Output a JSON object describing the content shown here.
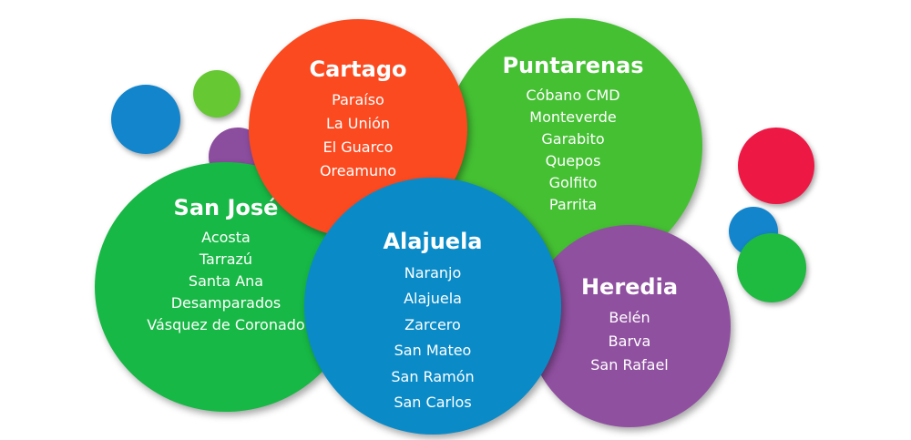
{
  "colors": {
    "green": "#45C033",
    "orange_red": "#FC4A20",
    "green_dark": "#17B845",
    "blue": "#0A8BC8",
    "purple": "#9050A0",
    "red": "#EE1845",
    "blue_small": "#1385CC",
    "green_small_right": "#1FBA40",
    "green_small_left": "#66C833",
    "purple_small": "#8B4D9E",
    "text": "#FFFFFF"
  },
  "groups": {
    "cartago": {
      "title": "Cartago",
      "items": [
        "Paraíso",
        "La Unión",
        "El Guarco",
        "Oreamuno"
      ]
    },
    "puntarenas": {
      "title": "Puntarenas",
      "items": [
        "Cóbano CMD",
        "Monteverde",
        "Garabito",
        "Quepos",
        "Golfito",
        "Parrita"
      ]
    },
    "san_jose": {
      "title": "San José",
      "items": [
        "Acosta",
        "Tarrazú",
        "Santa Ana",
        "Desamparados",
        "Vásquez de Coronado"
      ]
    },
    "alajuela": {
      "title": "Alajuela",
      "items": [
        "Naranjo",
        "Alajuela",
        "Zarcero",
        "San Mateo",
        "San Ramón",
        "San Carlos"
      ]
    },
    "heredia": {
      "title": "Heredia",
      "items": [
        "Belén",
        "Barva",
        "San Rafael"
      ]
    }
  }
}
